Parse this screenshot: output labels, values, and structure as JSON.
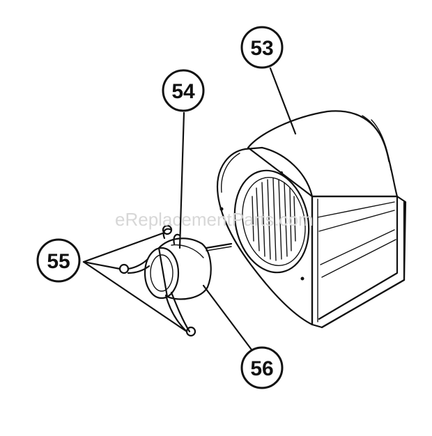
{
  "watermark": "eReplacementParts.com",
  "callouts": {
    "c53": "53",
    "c54": "54",
    "c55": "55",
    "c56": "56"
  }
}
